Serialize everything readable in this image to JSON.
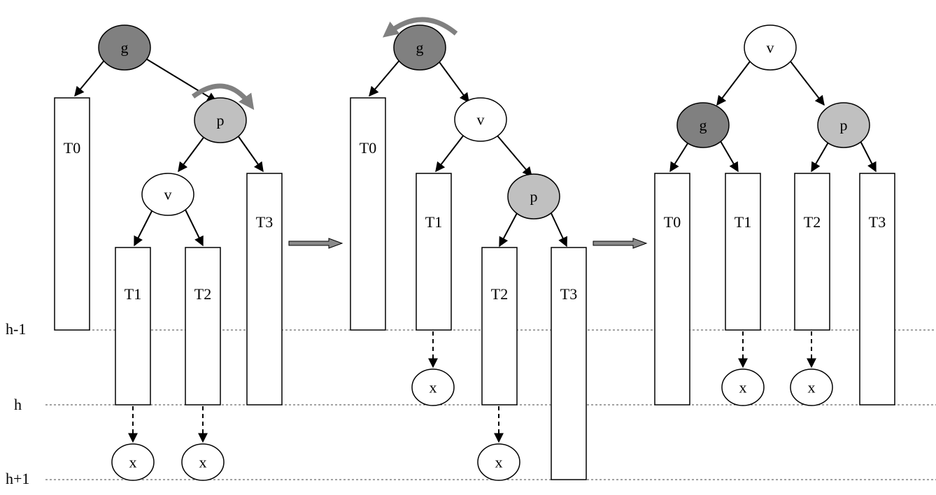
{
  "levels": [
    "h-1",
    "h",
    "h+1"
  ],
  "colors": {
    "g_fill": "#808080",
    "p_fill": "#c0c0c0",
    "v_fill": "#ffffff",
    "x_fill": "#ffffff",
    "rotation_arrow": "#808080"
  },
  "stage1": {
    "nodes": {
      "g": "g",
      "p": "p",
      "v": "v",
      "x1": "x",
      "x2": "x"
    },
    "subtrees": {
      "t0": "T0",
      "t1": "T1",
      "t2": "T2",
      "t3": "T3"
    }
  },
  "stage2": {
    "nodes": {
      "g": "g",
      "v": "v",
      "p": "p",
      "x1": "x",
      "x2": "x"
    },
    "subtrees": {
      "t0": "T0",
      "t1": "T1",
      "t2": "T2",
      "t3": "T3"
    }
  },
  "stage3": {
    "nodes": {
      "v": "v",
      "g": "g",
      "p": "p",
      "x1": "x",
      "x2": "x"
    },
    "subtrees": {
      "t0": "T0",
      "t1": "T1",
      "t2": "T2",
      "t3": "T3"
    }
  }
}
